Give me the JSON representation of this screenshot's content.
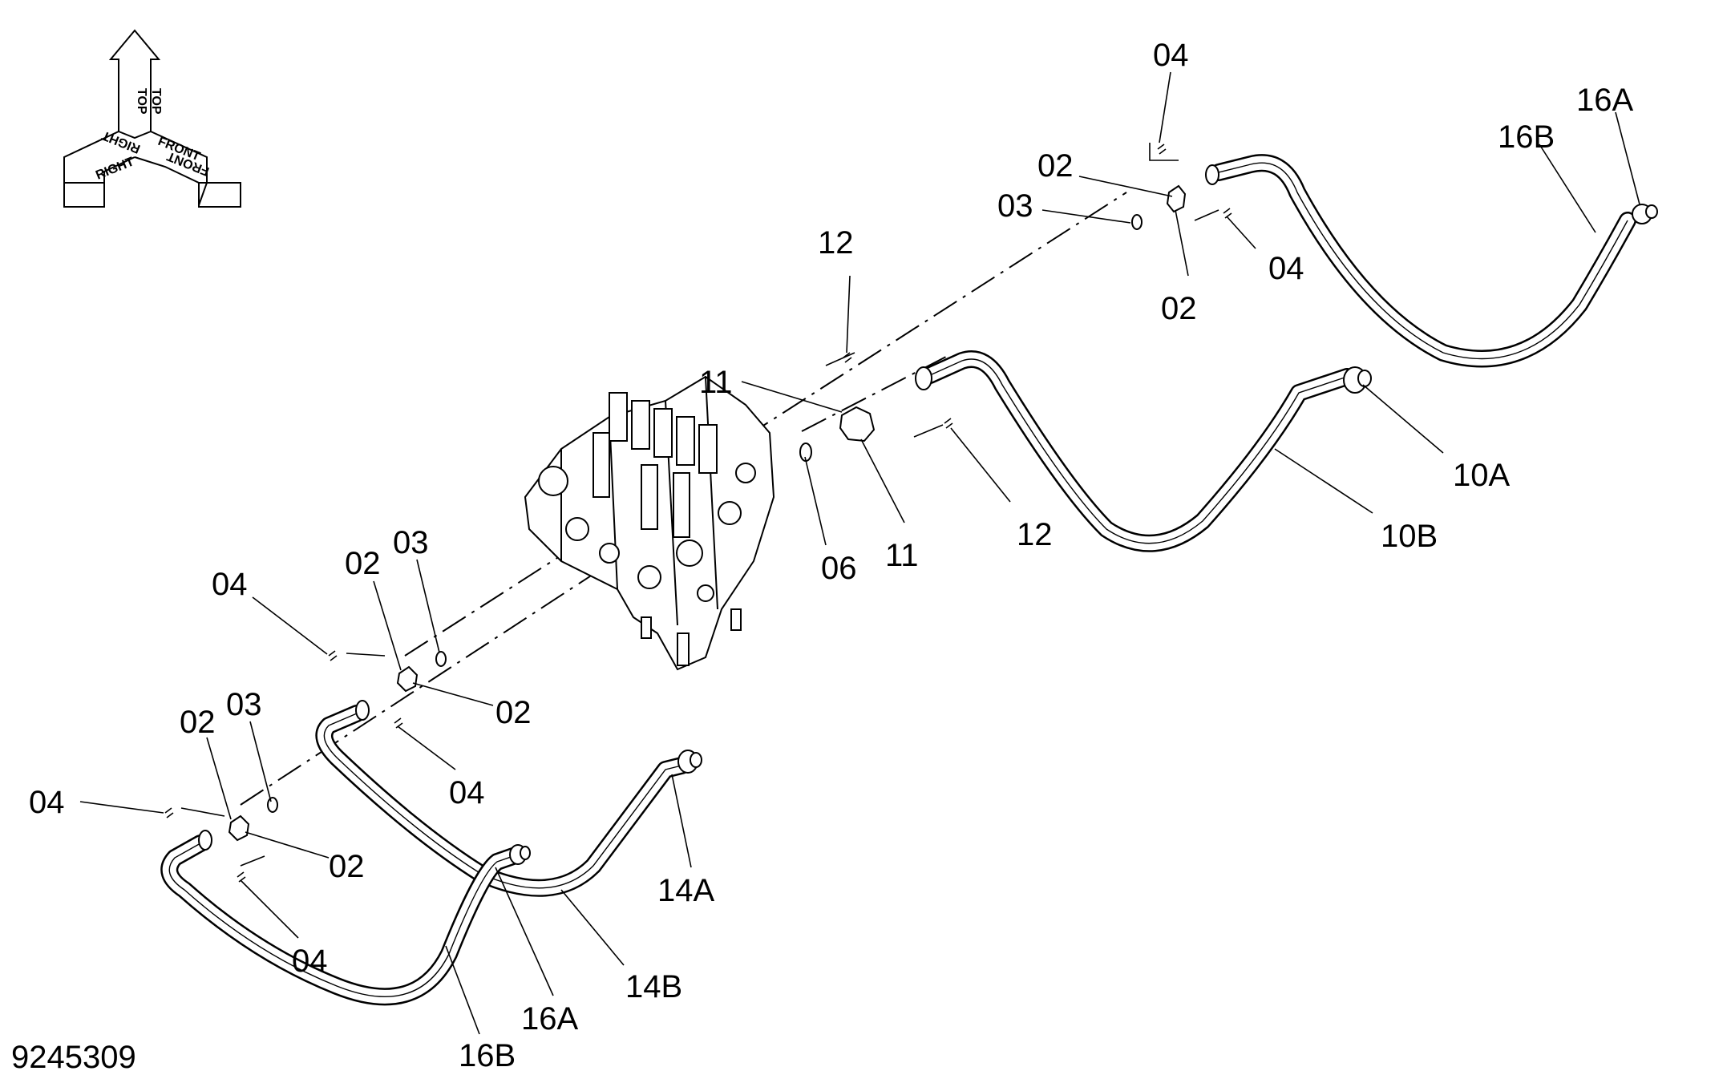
{
  "drawing": {
    "number": "9245309",
    "orientation": {
      "top": "TOP",
      "right": "RIGHT",
      "front": "FRONT"
    }
  },
  "callouts": {
    "c04_top": "04",
    "c16A_top": "16A",
    "c16B_top": "16B",
    "c02_top_a": "02",
    "c03_top": "03",
    "c04_top_r": "04",
    "c02_top_b": "02",
    "c12_top": "12",
    "c11_left": "11",
    "c10A": "10A",
    "c06": "06",
    "c11_right": "11",
    "c12_right": "12",
    "c10B": "10B",
    "c04_mid": "04",
    "c02_mid": "02",
    "c03_mid": "03",
    "c02_mid_r": "02",
    "c04_mid_r": "04",
    "c02_low": "02",
    "c03_low": "03",
    "c04_low": "04",
    "c02_low_r": "02",
    "c14A": "14A",
    "c04_low_r": "04",
    "c14B": "14B",
    "c16A_low": "16A",
    "c16B_low": "16B"
  }
}
